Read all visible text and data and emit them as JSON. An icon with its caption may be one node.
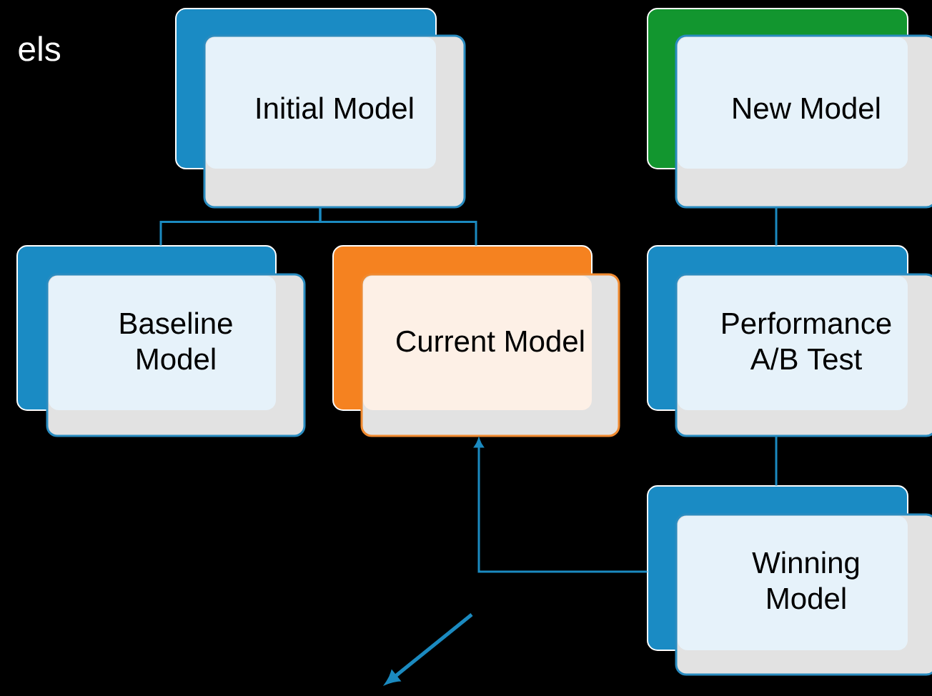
{
  "diagram": {
    "nodes": [
      {
        "text": [
          "Initial Model"
        ]
      },
      {
        "text": [
          "New Model"
        ]
      },
      {
        "text": [
          "Baseline Model"
        ]
      },
      {
        "text": [
          "Current Model"
        ]
      },
      {
        "text": [
          "Performance A/B Test"
        ]
      },
      {
        "text": [
          "Winning Model"
        ]
      }
    ],
    "edges": [
      {
        "from": 0,
        "to": 2,
        "arrow": "none"
      },
      {
        "from": 0,
        "to": 3,
        "arrow": "none"
      },
      {
        "from": 1,
        "to": 4,
        "arrow": "none"
      },
      {
        "from": 4,
        "to": 5,
        "arrow": "none"
      },
      {
        "from": 5,
        "to": 3,
        "arrow": "to"
      }
    ],
    "labels": [
      "els"
    ]
  }
}
